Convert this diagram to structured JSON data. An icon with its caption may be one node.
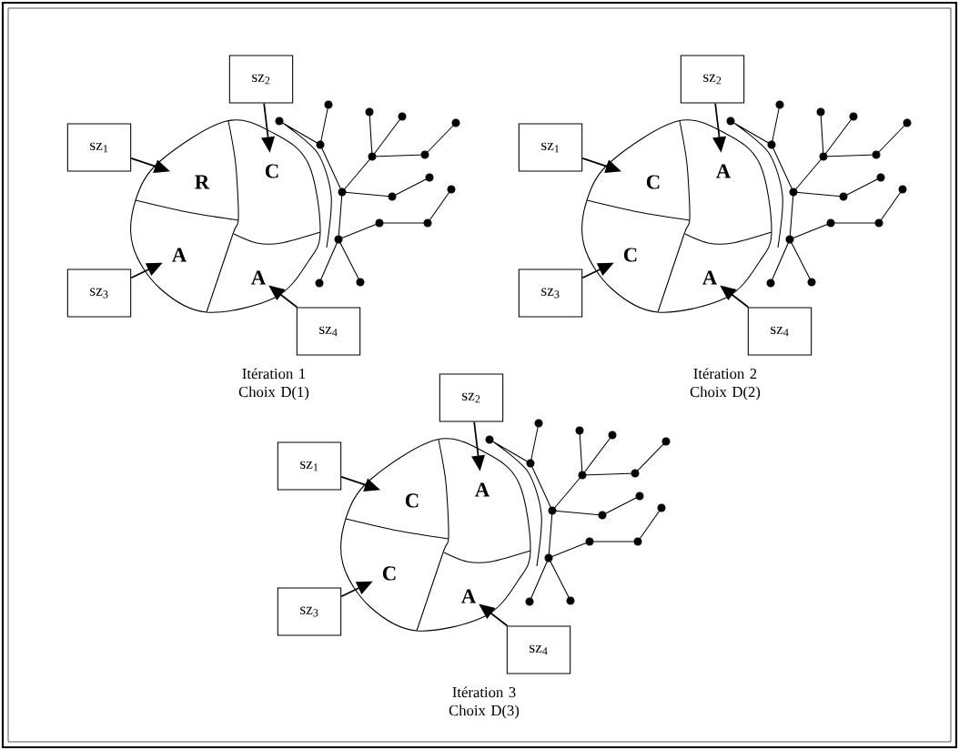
{
  "diagram": {
    "nodes": [
      {
        "text": [
          "sz$_{1}$"
        ]
      },
      {
        "text": [
          "sz$_{2}$"
        ]
      },
      {
        "text": [
          "sz$_{3}$"
        ]
      },
      {
        "text": [
          "sz$_{4}$"
        ]
      },
      {
        "text": [
          "R"
        ]
      },
      {
        "text": [
          "C"
        ]
      },
      {
        "text": [
          "A"
        ]
      },
      {
        "text": [
          "A"
        ]
      },
      {
        "text": [
          "sz$_{1}$"
        ]
      },
      {
        "text": [
          "sz$_{2}$"
        ]
      },
      {
        "text": [
          "sz$_{3}$"
        ]
      },
      {
        "text": [
          "sz$_{4}$"
        ]
      },
      {
        "text": [
          "C"
        ]
      },
      {
        "text": [
          "A"
        ]
      },
      {
        "text": [
          "C"
        ]
      },
      {
        "text": [
          "A"
        ]
      },
      {
        "text": [
          "sz$_{1}$"
        ]
      },
      {
        "text": [
          "sz$_{2}$"
        ]
      },
      {
        "text": [
          "sz$_{3}$"
        ]
      },
      {
        "text": [
          "sz$_{4}$"
        ]
      },
      {
        "text": [
          "C"
        ]
      },
      {
        "text": [
          "A"
        ]
      },
      {
        "text": [
          "C"
        ]
      },
      {
        "text": [
          "A"
        ]
      }
    ],
    "edges": [
      {
        "from": 0,
        "to": 4,
        "arrow": "to"
      },
      {
        "from": 1,
        "to": 5,
        "arrow": "to"
      },
      {
        "from": 2,
        "to": 6,
        "arrow": "to"
      },
      {
        "from": 3,
        "to": 7,
        "arrow": "to"
      },
      {
        "from": 8,
        "to": 12,
        "arrow": "to"
      },
      {
        "from": 9,
        "to": 13,
        "arrow": "to"
      },
      {
        "from": 10,
        "to": 14,
        "arrow": "to"
      },
      {
        "from": 11,
        "to": 15,
        "arrow": "to"
      },
      {
        "from": 16,
        "to": 20,
        "arrow": "to"
      },
      {
        "from": 17,
        "to": 21,
        "arrow": "to"
      },
      {
        "from": 18,
        "to": 22,
        "arrow": "to"
      },
      {
        "from": 19,
        "to": 23,
        "arrow": "to"
      }
    ],
    "labels": [
      "Itération 1 Choix D(1)",
      "Itération 2 Choix D(2)",
      "Itération 3 Choix D(3)"
    ]
  }
}
